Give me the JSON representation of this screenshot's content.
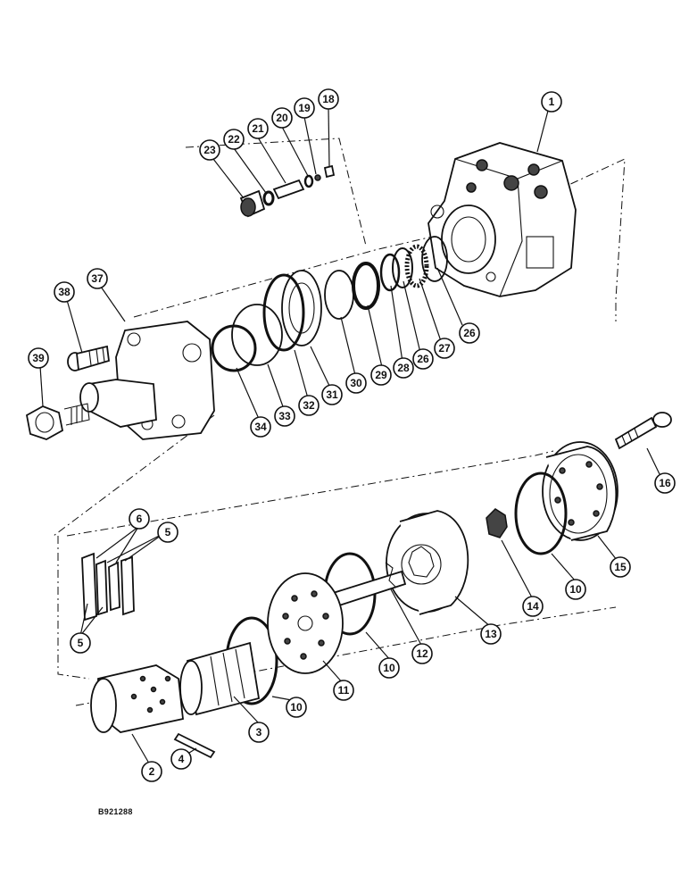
{
  "drawing_id": "B921288",
  "callouts": [
    "1",
    "2",
    "3",
    "4",
    "5",
    "5",
    "6",
    "10",
    "10",
    "10",
    "10",
    "11",
    "12",
    "13",
    "14",
    "15",
    "16",
    "18",
    "19",
    "20",
    "21",
    "22",
    "23",
    "26",
    "26",
    "27",
    "28",
    "29",
    "30",
    "31",
    "32",
    "33",
    "34",
    "37",
    "38",
    "39"
  ]
}
